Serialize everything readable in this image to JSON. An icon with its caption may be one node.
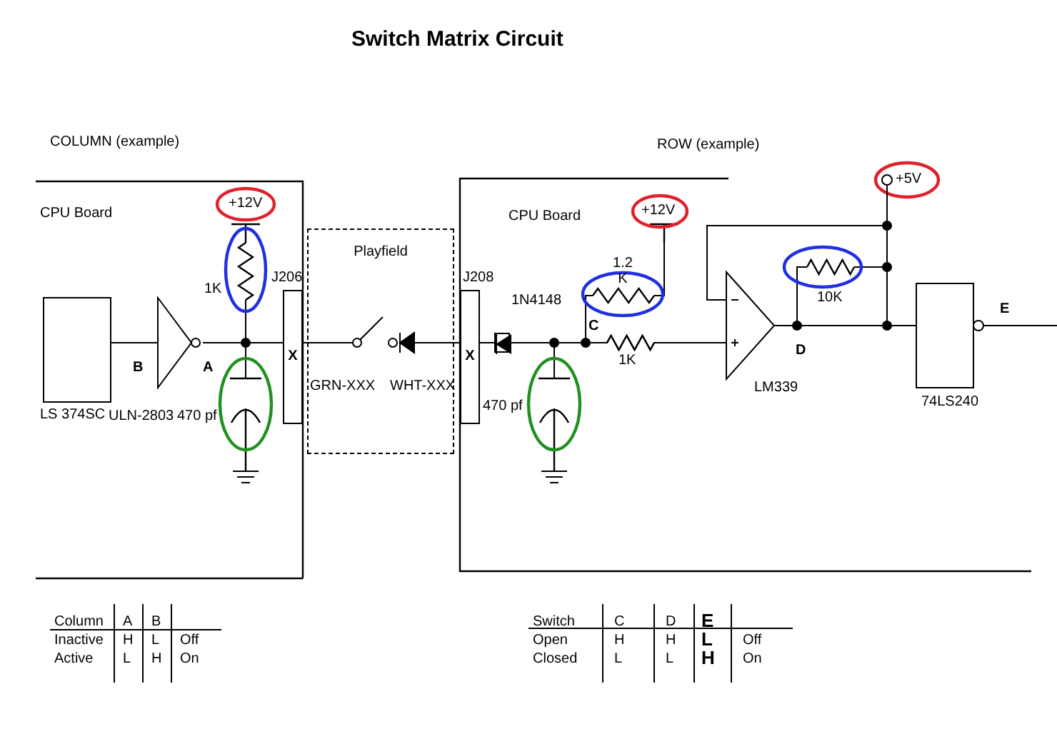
{
  "diagram": {
    "title": "Switch Matrix Circuit",
    "nodes": [
      {
        "text": [],
        "shape": "box",
        "beside": [
          "LS 374SC"
        ]
      },
      {
        "text": [],
        "shape": "triangle"
      },
      {
        "text": [
          "X"
        ],
        "beside": [
          "J206"
        ]
      },
      {
        "text": [
          "Playfield"
        ]
      },
      {
        "text": [
          "X"
        ],
        "beside": [
          "J208"
        ]
      },
      {
        "text": [],
        "shape": "triangle",
        "beside": [
          "LM339"
        ]
      },
      {
        "text": [],
        "shape": "box",
        "beside": [
          "74LS240"
        ]
      },
      {
        "text": [],
        "shape": "circle"
      },
      {
        "text": [],
        "shape": "diode"
      }
    ],
    "edges": [
      {
        "from": 0,
        "to": 1,
        "arrow": "none",
        "label": "B"
      },
      {
        "from": 1,
        "to": 2,
        "arrow": "none",
        "label": "A"
      },
      {
        "from": 5,
        "to": 6,
        "arrow": "none",
        "label": "D"
      },
      {
        "from": 4,
        "to": 8,
        "arrow": "none"
      },
      {
        "from": 5,
        "to": 7,
        "arrow": "none"
      },
      {
        "from": 8,
        "to": 5,
        "arrow": "none"
      }
    ],
    "labels": [
      "COLUMN (example)",
      "ROW (example)",
      "CPU Board",
      "+12V",
      "CPU Board",
      "+12V",
      "+5V",
      "1.2 K",
      "1K",
      "C",
      "1N4148",
      "10K",
      "E",
      "GRN-XXX",
      "WHT-XXX",
      "1K",
      "470 pf",
      "470 pf",
      "ULN-2803",
      "Column",
      "A",
      "B",
      "Inactive",
      "H",
      "L",
      "Off",
      "Active",
      "L",
      "H",
      "On",
      "Switch",
      "C",
      "D",
      "E",
      "Open",
      "H",
      "H",
      "L",
      "Off",
      "Closed",
      "L",
      "L",
      "H",
      "On"
    ]
  }
}
